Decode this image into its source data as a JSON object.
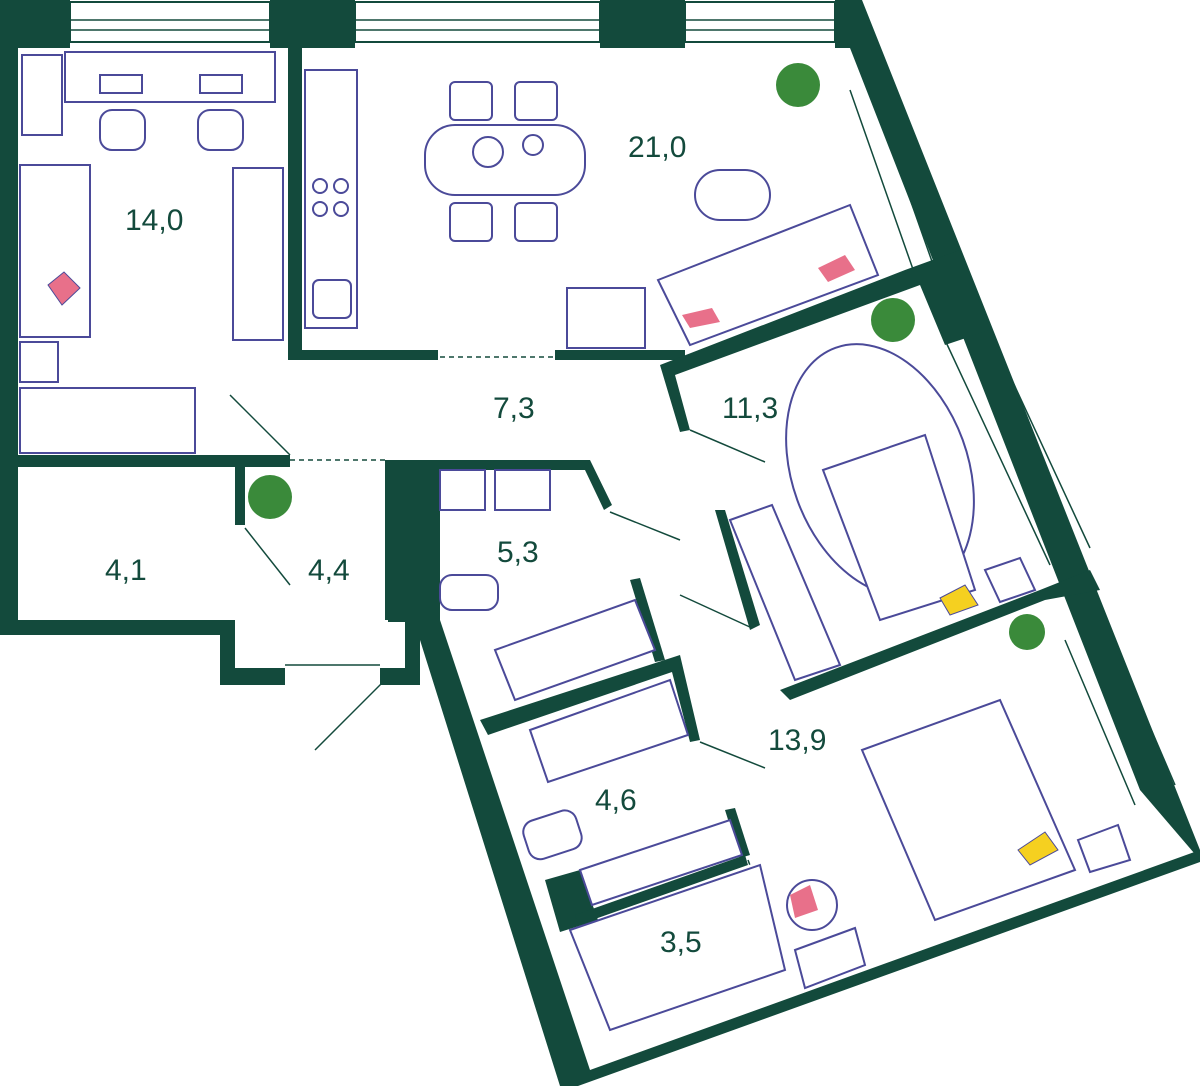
{
  "floor_plan": {
    "rooms": [
      {
        "id": "bedroom-left",
        "area": "14,0"
      },
      {
        "id": "kitchen-living",
        "area": "21,0"
      },
      {
        "id": "hallway",
        "area": "7,3"
      },
      {
        "id": "bedroom-middle",
        "area": "11,3"
      },
      {
        "id": "wardrobe-left",
        "area": "4,1"
      },
      {
        "id": "entrance",
        "area": "4,4"
      },
      {
        "id": "bathroom-1",
        "area": "5,3"
      },
      {
        "id": "bathroom-2",
        "area": "4,6"
      },
      {
        "id": "bedroom-master",
        "area": "13,9"
      },
      {
        "id": "wardrobe-master",
        "area": "3,5"
      }
    ],
    "colors": {
      "walls": "#134a3c",
      "furniture": "#4b4a99",
      "pillow": "#e8708a",
      "plant": "#3a8a3a",
      "slippers": "#c4a070"
    }
  }
}
